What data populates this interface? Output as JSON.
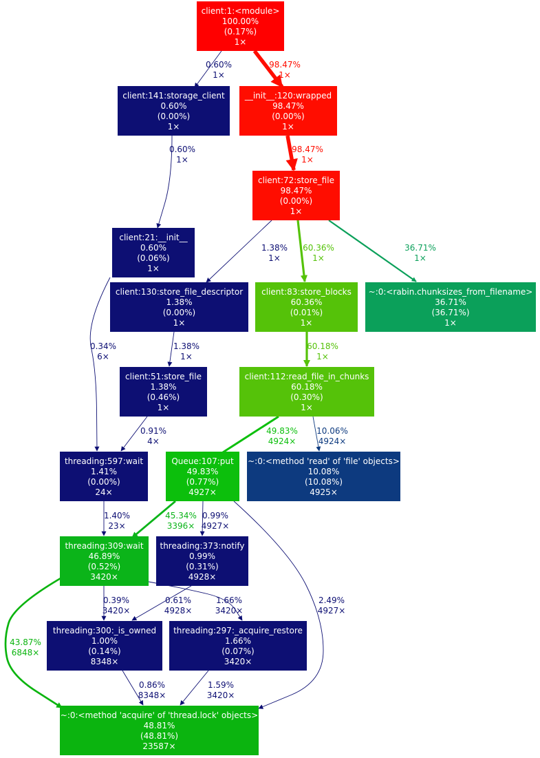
{
  "nodes": [
    {
      "id": "module",
      "lines": [
        "client:1:<module>",
        "100.00%",
        "(0.17%)",
        "1×"
      ],
      "color": "#ff0000"
    },
    {
      "id": "storage_client",
      "lines": [
        "client:141:storage_client",
        "0.60%",
        "(0.00%)",
        "1×"
      ],
      "color": "#0d0f73"
    },
    {
      "id": "wrapped",
      "lines": [
        "__init__:120:wrapped",
        "98.47%",
        "(0.00%)",
        "1×"
      ],
      "color": "#ff0d00"
    },
    {
      "id": "store_file72",
      "lines": [
        "client:72:store_file",
        "98.47%",
        "(0.00%)",
        "1×"
      ],
      "color": "#ff0d00"
    },
    {
      "id": "init21",
      "lines": [
        "client:21:__init__",
        "0.60%",
        "(0.06%)",
        "1×"
      ],
      "color": "#0d0f73"
    },
    {
      "id": "store_file_descriptor",
      "lines": [
        "client:130:store_file_descriptor",
        "1.38%",
        "(0.00%)",
        "1×"
      ],
      "color": "#0d0f73"
    },
    {
      "id": "store_blocks",
      "lines": [
        "client:83:store_blocks",
        "60.36%",
        "(0.01%)",
        "1×"
      ],
      "color": "#55c209"
    },
    {
      "id": "rabin",
      "lines": [
        "~:0:<rabin.chunksizes_from_filename>",
        "36.71%",
        "(36.71%)",
        "1×"
      ],
      "color": "#0ba05a"
    },
    {
      "id": "store_file51",
      "lines": [
        "client:51:store_file",
        "1.38%",
        "(0.46%)",
        "1×"
      ],
      "color": "#0d0f73"
    },
    {
      "id": "read_file_in_chunks",
      "lines": [
        "client:112:read_file_in_chunks",
        "60.18%",
        "(0.30%)",
        "1×"
      ],
      "color": "#55c209"
    },
    {
      "id": "wait597",
      "lines": [
        "threading:597:wait",
        "1.41%",
        "(0.00%)",
        "24×"
      ],
      "color": "#0d0f73"
    },
    {
      "id": "queue_put",
      "lines": [
        "Queue:107:put",
        "49.83%",
        "(0.77%)",
        "4927×"
      ],
      "color": "#0cbf0c"
    },
    {
      "id": "read_method",
      "lines": [
        "~:0:<method 'read' of 'file' objects>",
        "10.08%",
        "(10.08%)",
        "4925×"
      ],
      "color": "#0d3a7f"
    },
    {
      "id": "wait309",
      "lines": [
        "threading:309:wait",
        "46.89%",
        "(0.52%)",
        "3420×"
      ],
      "color": "#0bb419"
    },
    {
      "id": "notify373",
      "lines": [
        "threading:373:notify",
        "0.99%",
        "(0.31%)",
        "4928×"
      ],
      "color": "#0d0f73"
    },
    {
      "id": "is_owned300",
      "lines": [
        "threading:300:_is_owned",
        "1.00%",
        "(0.14%)",
        "8348×"
      ],
      "color": "#0d0f73"
    },
    {
      "id": "acquire_restore297",
      "lines": [
        "threading:297:_acquire_restore",
        "1.66%",
        "(0.07%)",
        "3420×"
      ],
      "color": "#0d0f73"
    },
    {
      "id": "lock_acquire",
      "lines": [
        "~:0:<method 'acquire' of 'thread.lock' objects>",
        "48.81%",
        "(48.81%)",
        "23587×"
      ],
      "color": "#0bb40f"
    }
  ],
  "edges": [
    {
      "id": "module-storage_client",
      "from": "module",
      "to": "storage_client",
      "label": [
        "0.60%",
        "1×"
      ],
      "color": "#0d0f73"
    },
    {
      "id": "module-wrapped",
      "from": "module",
      "to": "wrapped",
      "label": [
        "98.47%",
        "1×"
      ],
      "color": "#ff0d00"
    },
    {
      "id": "storage_client-init21",
      "from": "storage_client",
      "to": "init21",
      "label": [
        "0.60%",
        "1×"
      ],
      "color": "#0d0f73"
    },
    {
      "id": "wrapped-store_file72",
      "from": "wrapped",
      "to": "store_file72",
      "label": [
        "98.47%",
        "1×"
      ],
      "color": "#ff0d00"
    },
    {
      "id": "store_file72-store_file_descriptor",
      "from": "store_file72",
      "to": "store_file_descriptor",
      "label": [
        "1.38%",
        "1×"
      ],
      "color": "#0d0f73"
    },
    {
      "id": "store_file72-store_blocks",
      "from": "store_file72",
      "to": "store_blocks",
      "label": [
        "60.36%",
        "1×"
      ],
      "color": "#55c209"
    },
    {
      "id": "store_file72-rabin",
      "from": "store_file72",
      "to": "rabin",
      "label": [
        "36.71%",
        "1×"
      ],
      "color": "#0ba05a"
    },
    {
      "id": "init21-wait597",
      "from": "init21",
      "to": "wait597",
      "label": [
        "0.34%",
        "6×"
      ],
      "color": "#0d0f73"
    },
    {
      "id": "store_file_descriptor-store_file51",
      "from": "store_file_descriptor",
      "to": "store_file51",
      "label": [
        "1.38%",
        "1×"
      ],
      "color": "#0d0f73"
    },
    {
      "id": "store_blocks-read_file_in_chunks",
      "from": "store_blocks",
      "to": "read_file_in_chunks",
      "label": [
        "60.18%",
        "1×"
      ],
      "color": "#55c209"
    },
    {
      "id": "store_file51-wait597",
      "from": "store_file51",
      "to": "wait597",
      "label": [
        "0.91%",
        "4×"
      ],
      "color": "#0d0f73"
    },
    {
      "id": "read_file_in_chunks-queue_put",
      "from": "read_file_in_chunks",
      "to": "queue_put",
      "label": [
        "49.83%",
        "4924×"
      ],
      "color": "#0cbf0c"
    },
    {
      "id": "read_file_in_chunks-read_method",
      "from": "read_file_in_chunks",
      "to": "read_method",
      "label": [
        "10.06%",
        "4924×"
      ],
      "color": "#0d3a7f"
    },
    {
      "id": "wait597-wait309",
      "from": "wait597",
      "to": "wait309",
      "label": [
        "1.40%",
        "23×"
      ],
      "color": "#0d0f73"
    },
    {
      "id": "queue_put-wait309",
      "from": "queue_put",
      "to": "wait309",
      "label": [
        "45.34%",
        "3396×"
      ],
      "color": "#0bb419"
    },
    {
      "id": "queue_put-notify373",
      "from": "queue_put",
      "to": "notify373",
      "label": [
        "0.99%",
        "4927×"
      ],
      "color": "#0d0f73"
    },
    {
      "id": "queue_put-lock_acquire",
      "from": "queue_put",
      "to": "lock_acquire",
      "label": [
        "2.49%",
        "4927×"
      ],
      "color": "#0d0f73"
    },
    {
      "id": "wait309-is_owned300",
      "from": "wait309",
      "to": "is_owned300",
      "label": [
        "0.39%",
        "3420×"
      ],
      "color": "#0d0f73"
    },
    {
      "id": "wait309-acquire_restore297",
      "from": "wait309",
      "to": "acquire_restore297",
      "label": [
        "1.66%",
        "3420×"
      ],
      "color": "#0d0f73"
    },
    {
      "id": "wait309-lock_acquire",
      "from": "wait309",
      "to": "lock_acquire",
      "label": [
        "43.87%",
        "6848×"
      ],
      "color": "#0bb40f"
    },
    {
      "id": "notify373-is_owned300",
      "from": "notify373",
      "to": "is_owned300",
      "label": [
        "0.61%",
        "4928×"
      ],
      "color": "#0d0f73"
    },
    {
      "id": "is_owned300-lock_acquire",
      "from": "is_owned300",
      "to": "lock_acquire",
      "label": [
        "0.86%",
        "8348×"
      ],
      "color": "#0d0f73"
    },
    {
      "id": "acquire_restore297-lock_acquire",
      "from": "acquire_restore297",
      "to": "lock_acquire",
      "label": [
        "1.59%",
        "3420×"
      ],
      "color": "#0d0f73"
    }
  ]
}
